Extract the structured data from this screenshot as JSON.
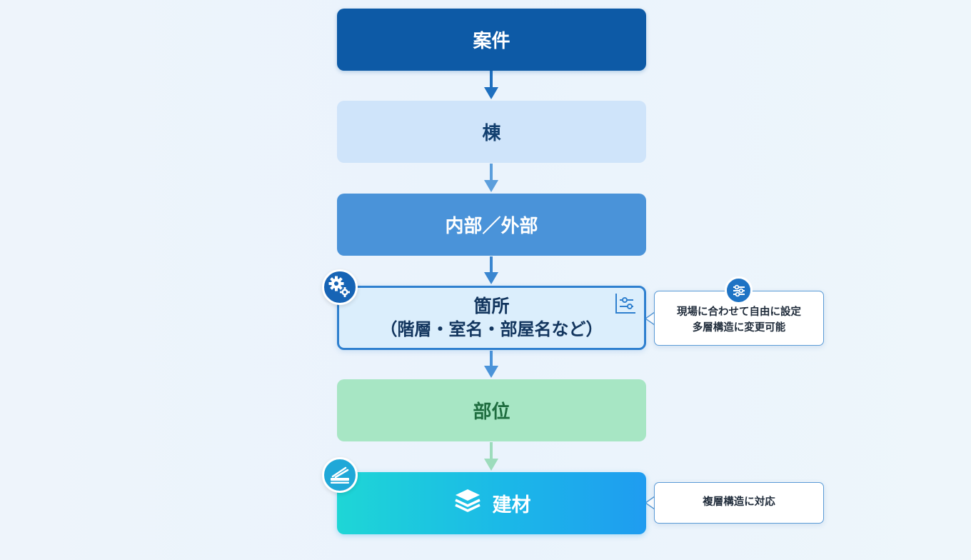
{
  "nodes": {
    "anken": "案件",
    "tou": "棟",
    "naibu_gaibu": "内部／外部",
    "kasho_line1": "箇所",
    "kasho_line2": "（階層・室名・部屋名など）",
    "bui": "部位",
    "kenzai": "建材"
  },
  "callouts": {
    "flexible_line1": "現場に合わせて自由に設定",
    "flexible_line2": "多層構造に変更可能",
    "multilayer": "複層構造に対応"
  },
  "colors": {
    "anken": "#0d5aa6",
    "tou": "#cfe4fa",
    "naibu_gaibu": "#4a93d9",
    "kasho": "#dbeefc",
    "bui": "#a7e6c4",
    "kenzai_start": "#1ed6d6",
    "kenzai_end": "#1f9cf0"
  },
  "icons": {
    "kasho_badge": "gears-icon",
    "kasho_corner": "sliders-icon",
    "callout_badge": "sliders-icon",
    "kenzai_badge": "scanner-icon",
    "kenzai_label": "layers-icon"
  }
}
